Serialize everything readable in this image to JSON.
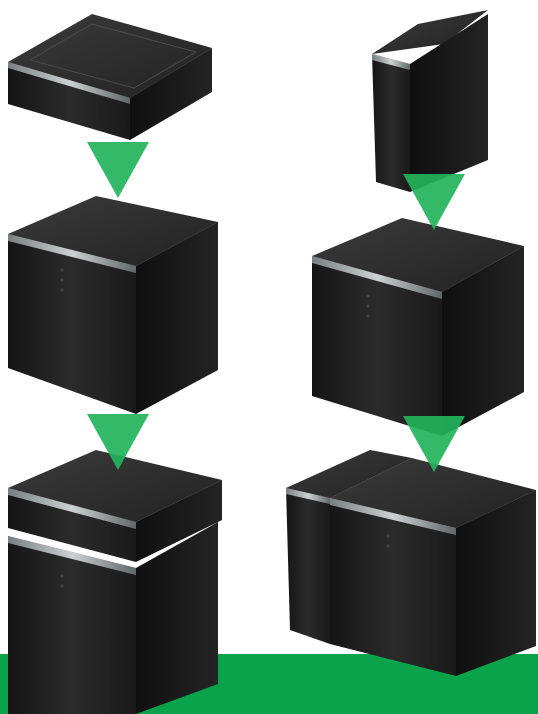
{
  "image": {
    "description_tags": [
      "product-configuration-illustration",
      "black-enclosure-boxes",
      "green-down-arrows",
      "green-footer-band"
    ],
    "colors": {
      "background": "#ffffff",
      "brand_green": "#0aa24a",
      "arrow_green": "#22b35b",
      "box_dark": "#1b1b1b",
      "box_mid": "#2a2a2a",
      "box_top": "#333333",
      "accent_strip": "#d8dfe0"
    }
  },
  "columns": [
    {
      "name": "left-column",
      "steps": [
        "flat-module",
        "cube-housing",
        "stacked-result"
      ]
    },
    {
      "name": "right-column",
      "steps": [
        "side-module",
        "cube-housing",
        "side-by-side-result"
      ]
    }
  ],
  "arrows": {
    "count": 4,
    "icon": "down-triangle-icon",
    "color": "#22b35b"
  }
}
